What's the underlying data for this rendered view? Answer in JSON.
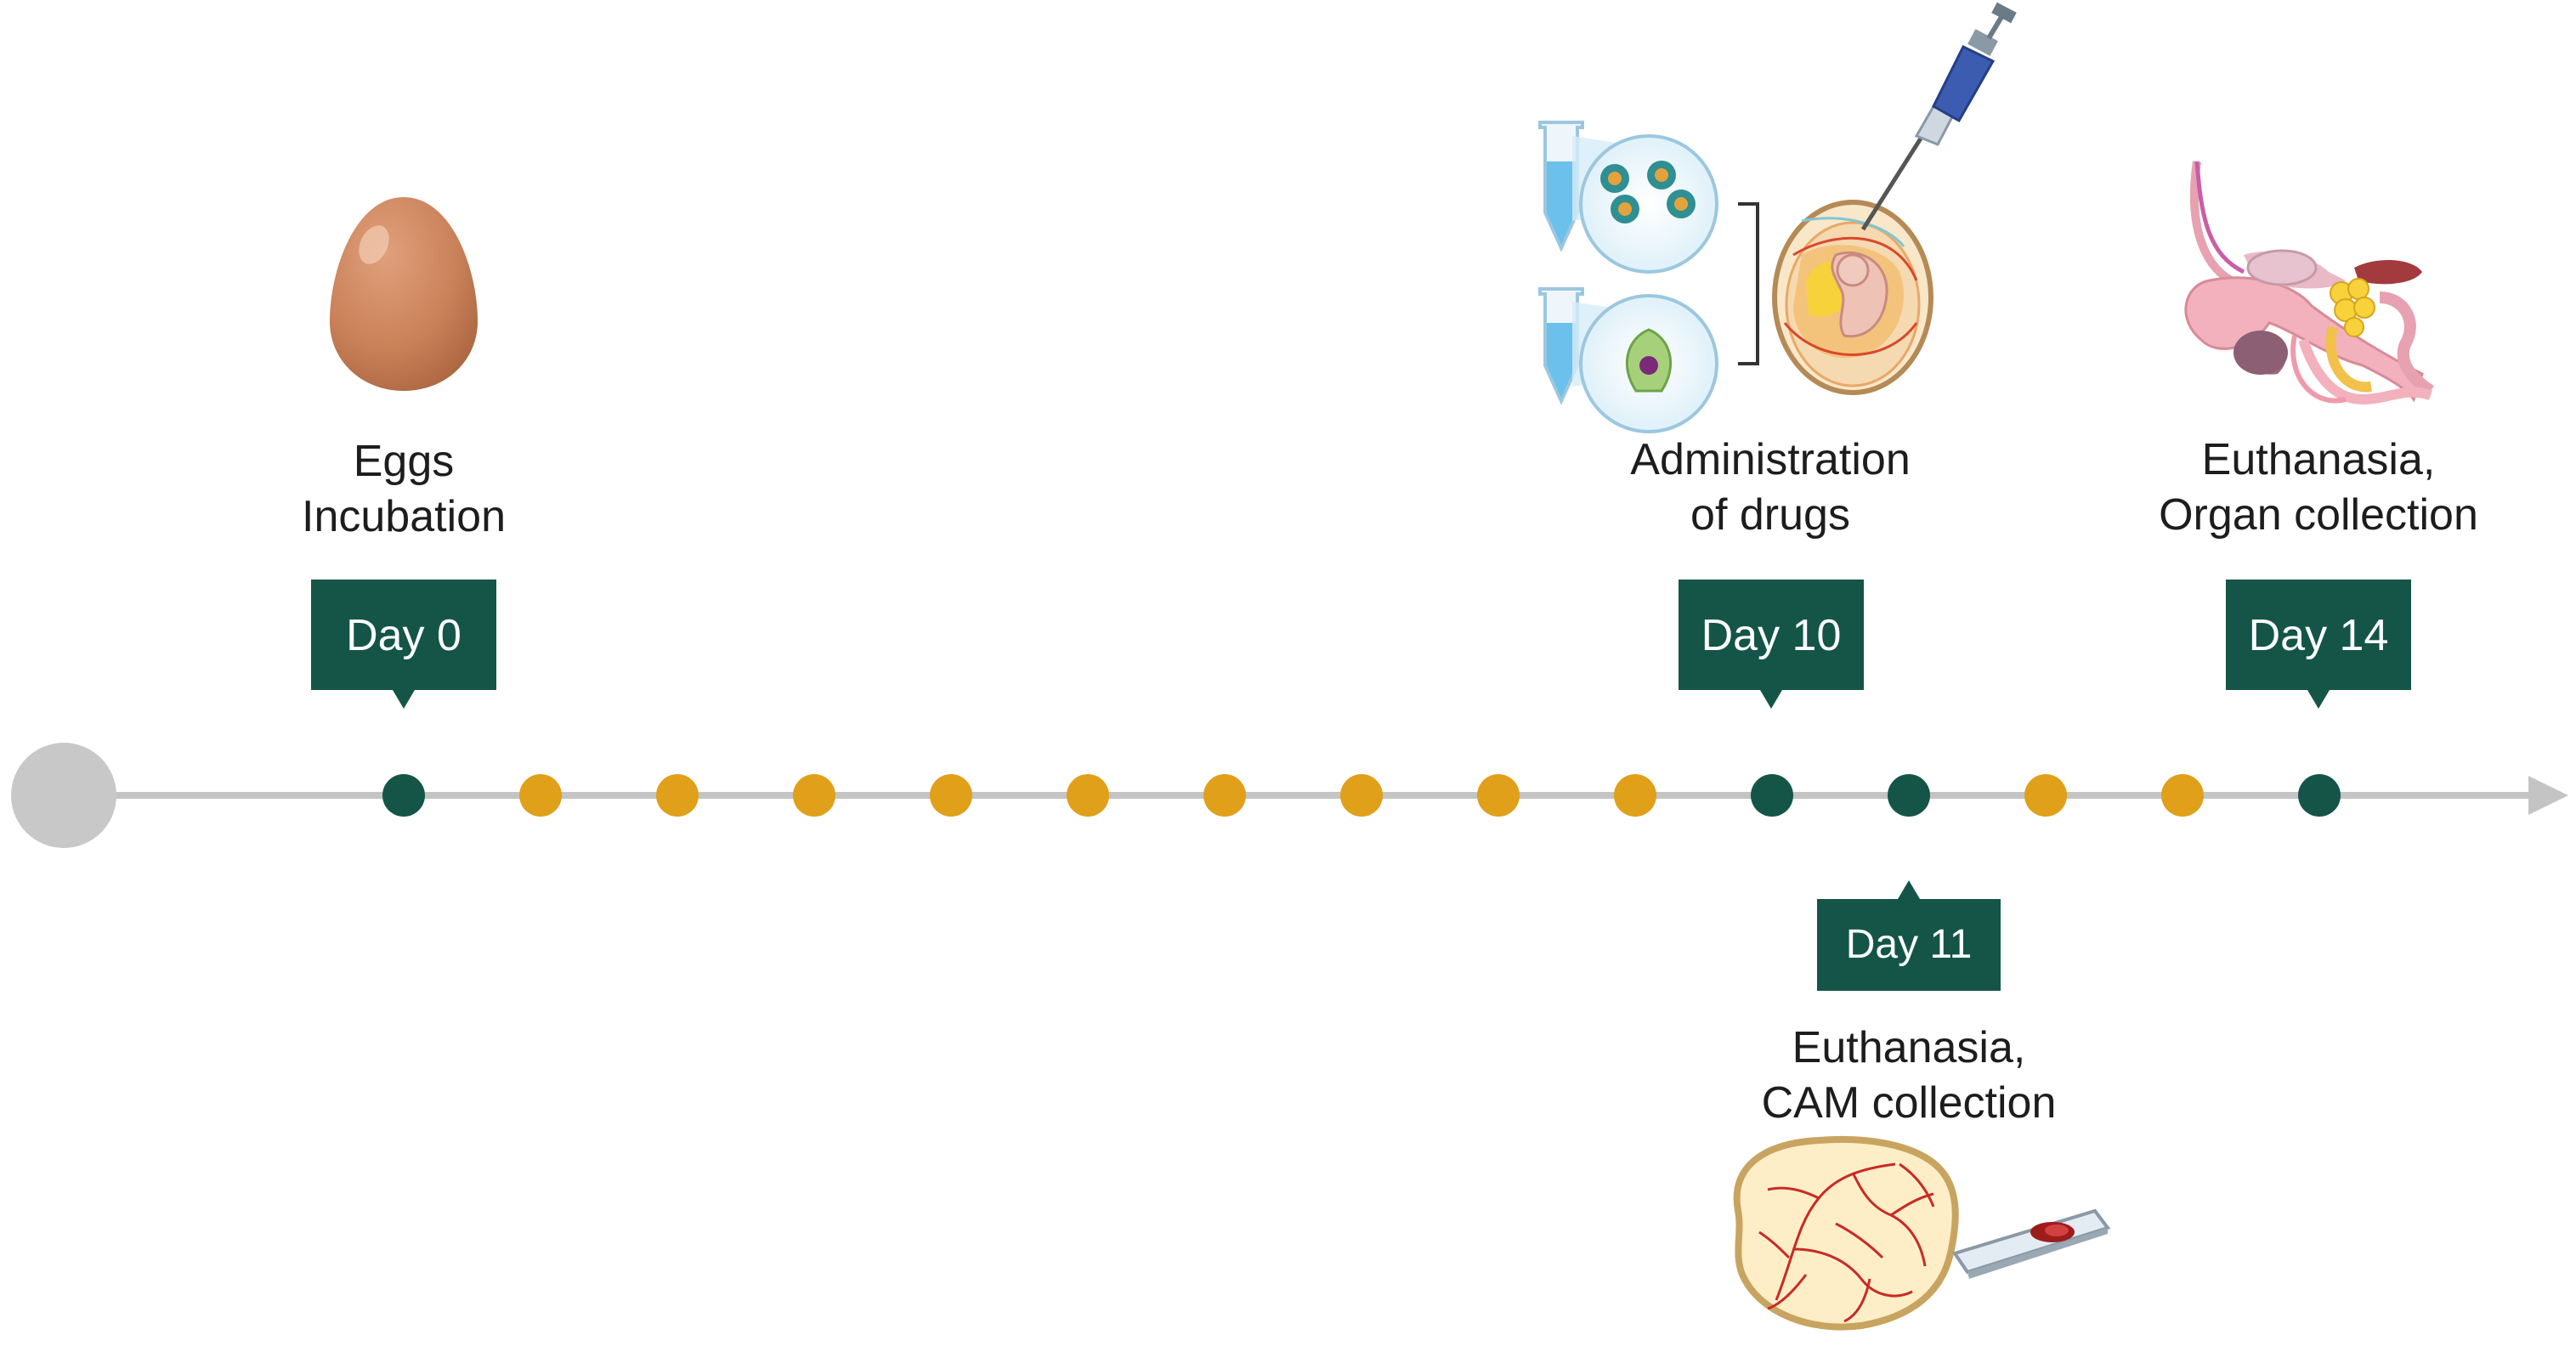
{
  "colors": {
    "milestone": "#145548",
    "intermediate": "#E0A01A",
    "axis": "#c4c4c4",
    "start": "#c8c8c8",
    "text": "#1d1d1d"
  },
  "timeline": {
    "dots": [
      "milestone",
      "intermediate",
      "intermediate",
      "intermediate",
      "intermediate",
      "intermediate",
      "intermediate",
      "intermediate",
      "intermediate",
      "intermediate",
      "milestone",
      "milestone",
      "intermediate",
      "intermediate",
      "milestone"
    ]
  },
  "milestones": {
    "day0": {
      "label": "Day 0",
      "line1": "Eggs",
      "line2": "Incubation",
      "icon": "egg-icon"
    },
    "day10": {
      "label": "Day 10",
      "line1": "Administration",
      "line2": "of drugs",
      "icon": "egg-injection-icon"
    },
    "day11": {
      "label": "Day 11",
      "line1": "Euthanasia,",
      "line2": "CAM collection",
      "icon": "cam-membrane-icon"
    },
    "day14": {
      "label": "Day 14",
      "line1": "Euthanasia,",
      "line2": "Organ collection",
      "icon": "organs-icon"
    }
  }
}
